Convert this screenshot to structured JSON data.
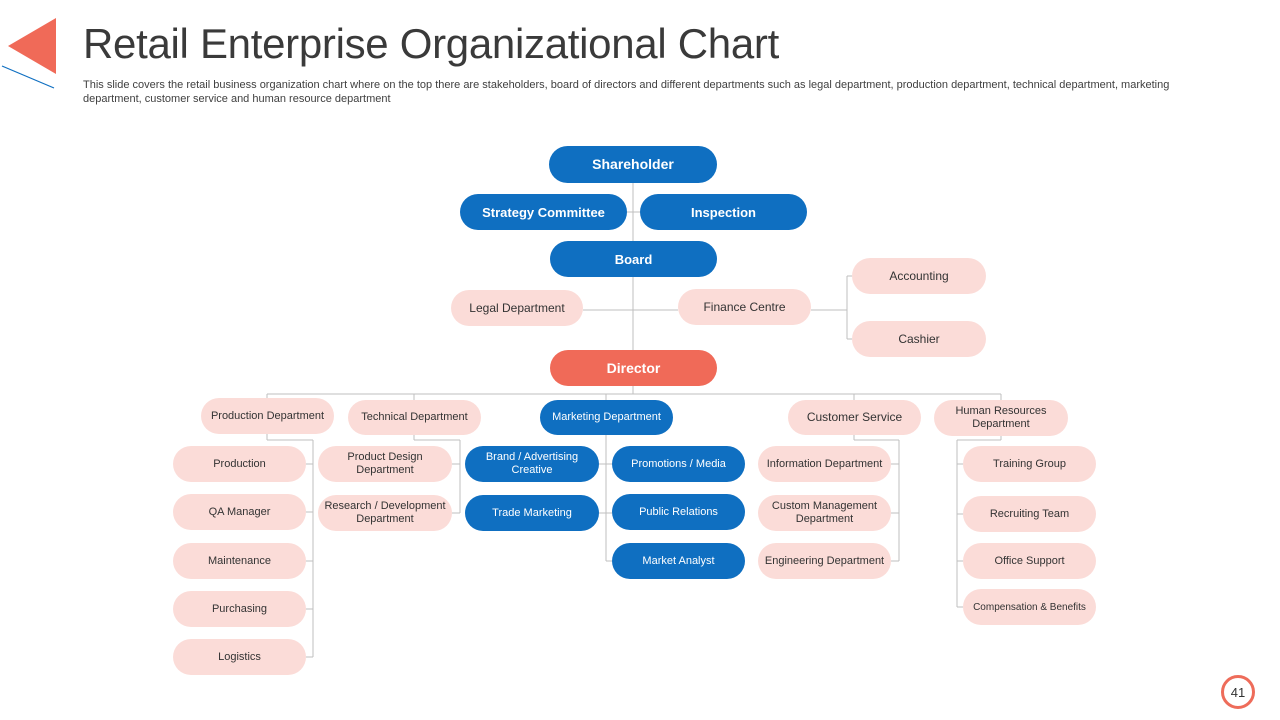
{
  "header": {
    "title": "Retail Enterprise Organizational Chart",
    "subtitle": "This slide covers the retail business organization chart where on the top there are stakeholders, board of directors and different departments such as legal department, production department, technical department, marketing department, customer service and human resource department"
  },
  "colors": {
    "primary_blue": "#0f6fc1",
    "accent_orange": "#f06a58",
    "soft_pink": "#fbdcd8",
    "connector_gray": "#bfbfbf"
  },
  "chart": {
    "top": {
      "shareholder": "Shareholder",
      "strategy_committee": "Strategy Committee",
      "inspection": "Inspection",
      "board": "Board",
      "legal_department": "Legal Department",
      "finance_centre": "Finance Centre",
      "accounting": "Accounting",
      "cashier": "Cashier",
      "director": "Director"
    },
    "departments": {
      "production": {
        "label": "Production Department",
        "items": [
          "Production",
          "QA Manager",
          "Maintenance",
          "Purchasing",
          "Logistics"
        ]
      },
      "technical": {
        "label": "Technical Department",
        "items": [
          "Product Design Department",
          "Research / Development Department"
        ]
      },
      "marketing": {
        "label": "Marketing Department",
        "left_items": [
          "Brand / Advertising Creative",
          "Trade Marketing"
        ],
        "right_items": [
          "Promotions / Media",
          "Public Relations",
          "Market Analyst"
        ]
      },
      "customer_service": {
        "label": "Customer Service",
        "items": [
          "Information Department",
          "Custom Management Department",
          "Engineering Department"
        ]
      },
      "human_resources": {
        "label": "Human Resources Department",
        "items": [
          "Training Group",
          "Recruiting Team",
          "Office Support",
          "Compensation & Benefits"
        ]
      }
    }
  },
  "footer": {
    "page_number": "41"
  }
}
